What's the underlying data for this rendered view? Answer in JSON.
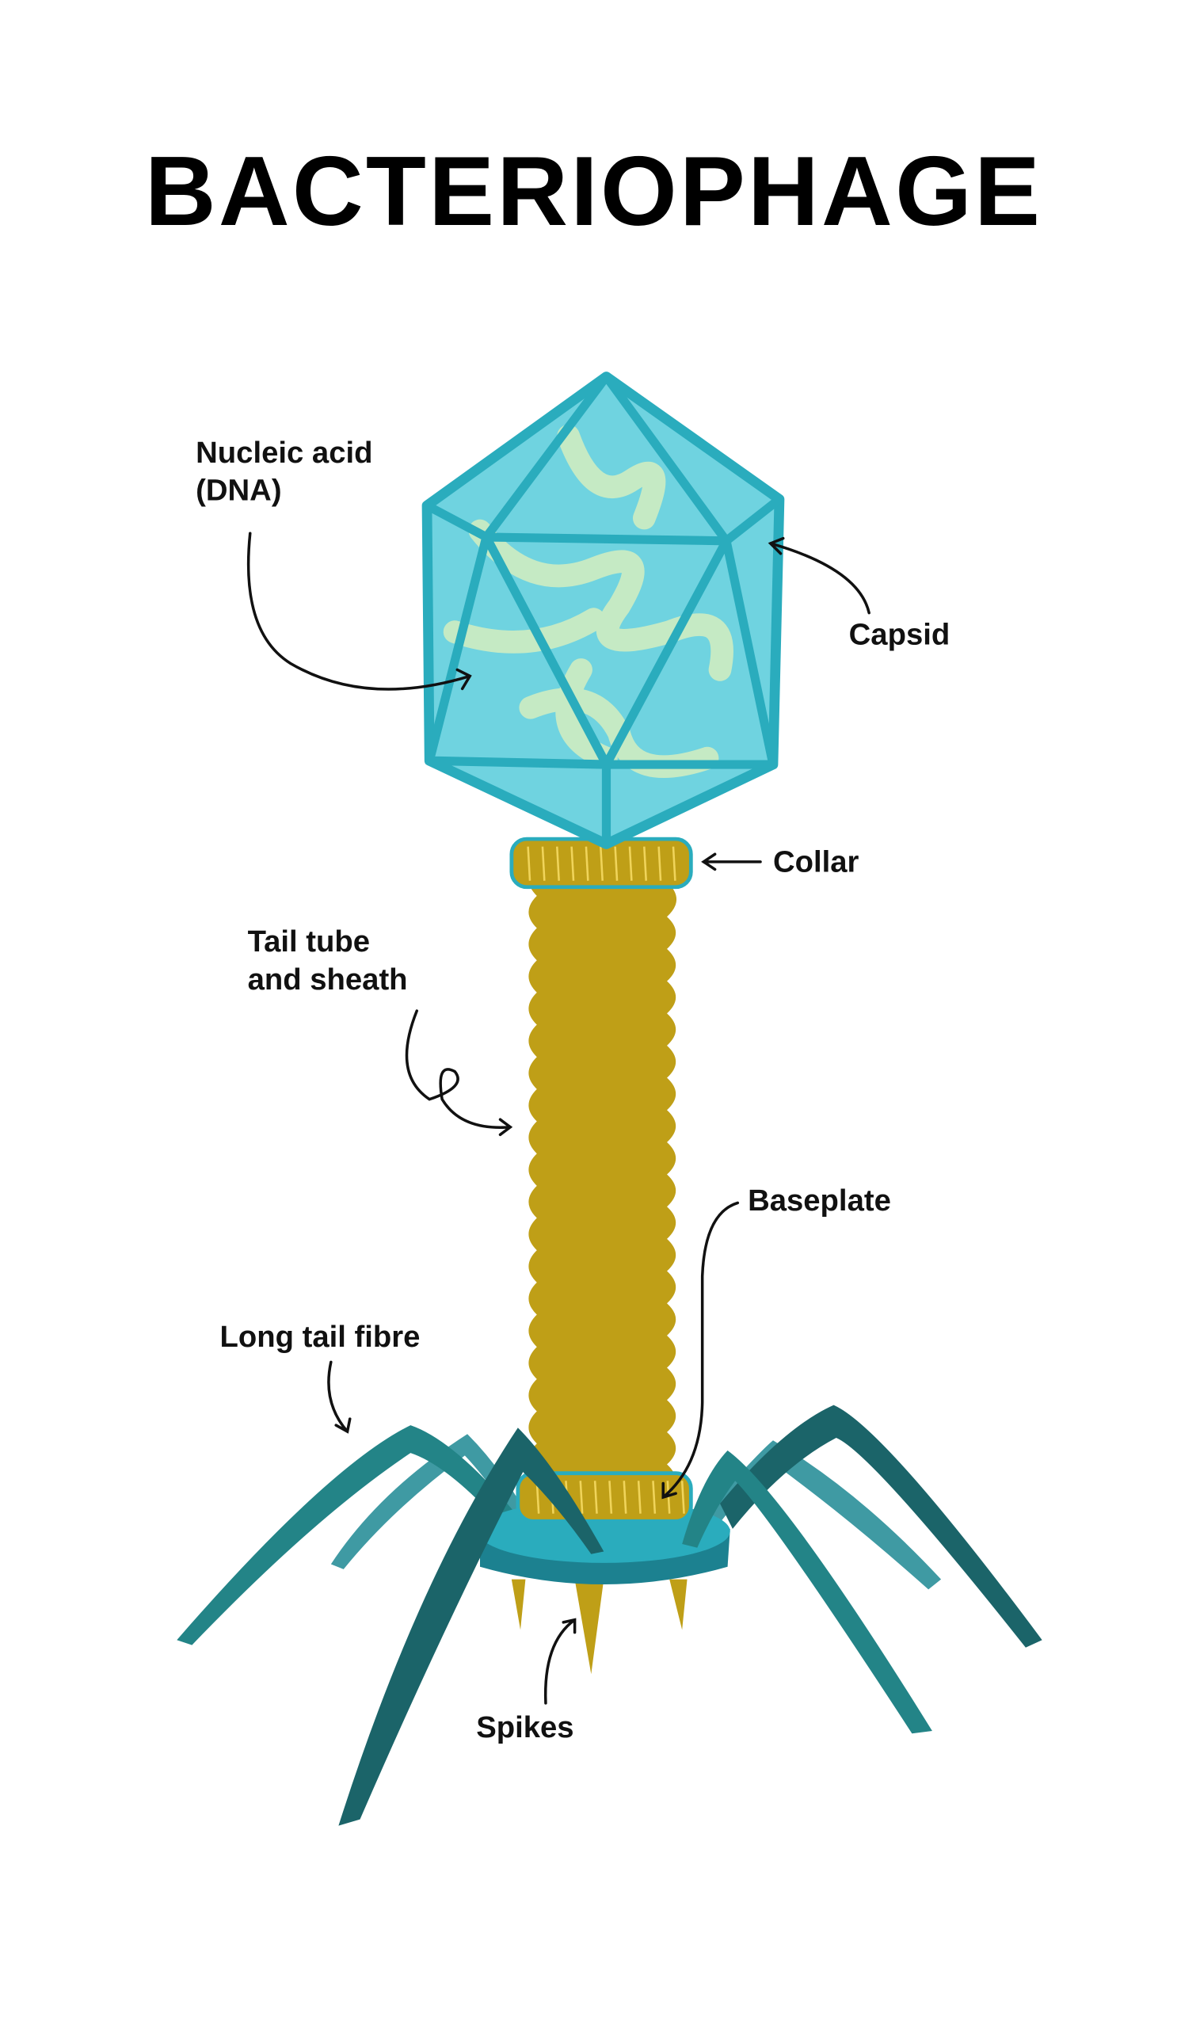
{
  "title": "BACTERIOPHAGE",
  "labels": {
    "nucleic_acid_1": "Nucleic acid",
    "nucleic_acid_2": "(DNA)",
    "capsid": "Capsid",
    "collar": "Collar",
    "tail_1": "Tail tube",
    "tail_2": "and sheath",
    "baseplate": "Baseplate",
    "fibre": "Long tail fibre",
    "spikes": "Spikes"
  },
  "colors": {
    "capsid_fill": "#6fd3e0",
    "capsid_edge": "#2aacbd",
    "dna": "#c5eac4",
    "tail": "#bf9f17",
    "collar_stripe": "#f0d45a",
    "baseplate_top": "#2aacbd",
    "baseplate_side": "#1c8190",
    "fibre_dark": "#1b6469",
    "fibre_mid": "#238487",
    "fibre_light": "#3f9aa3"
  }
}
